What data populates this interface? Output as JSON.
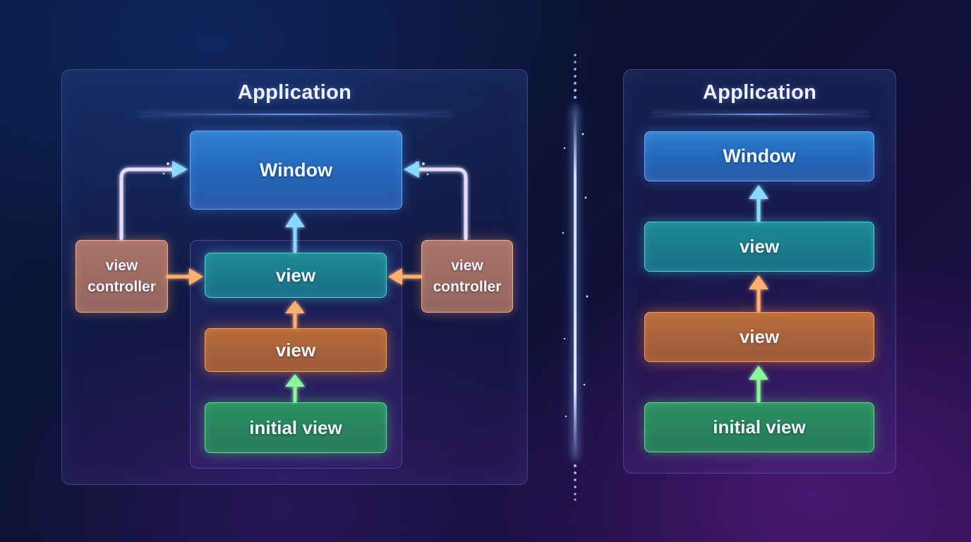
{
  "left_panel": {
    "title": "Application",
    "window_label": "Window",
    "view_controller_left": {
      "line1": "view",
      "line2": "controller"
    },
    "view_controller_right": {
      "line1": "view",
      "line2": "controller"
    },
    "view_top": "view",
    "view_middle": "view",
    "initial_view": "initial view"
  },
  "right_panel": {
    "title": "Application",
    "window_label": "Window",
    "view_top": "view",
    "view_middle": "view",
    "initial_view": "initial view"
  },
  "colors": {
    "window": "#2a6fc0",
    "teal_view": "#1d8a92",
    "orange_view": "#b86c3a",
    "initial_view": "#2c8f63",
    "view_controller": "#a8726a",
    "arrow_blue": "#8ad8ff",
    "arrow_orange": "#ffb070",
    "arrow_green": "#8af59a"
  }
}
